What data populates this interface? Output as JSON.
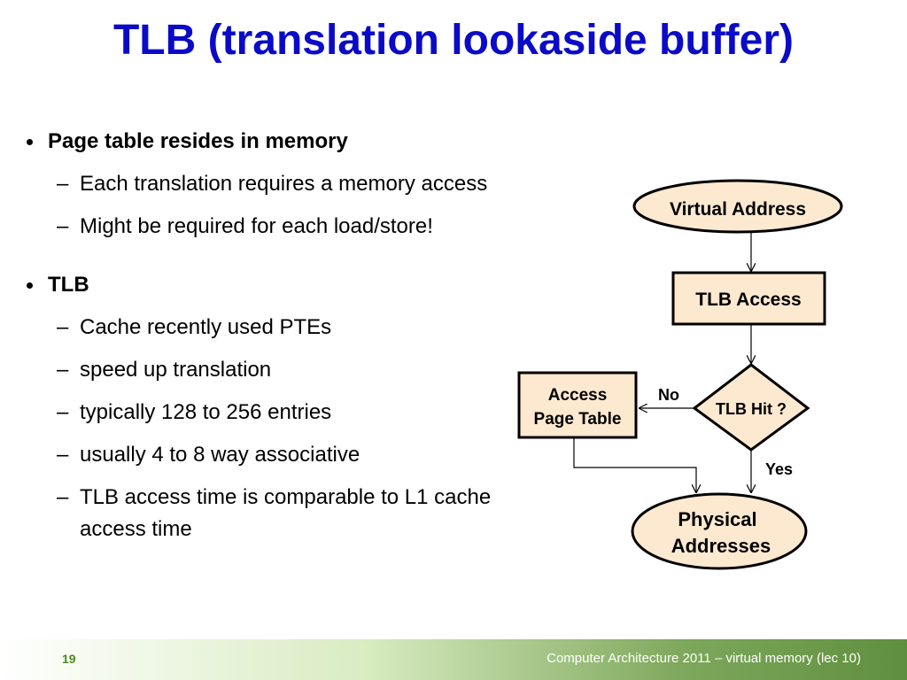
{
  "title": "TLB (translation lookaside buffer)",
  "bullets": [
    {
      "text": "Page table resides in memory",
      "subs": [
        "Each translation requires a memory access",
        "Might be required for each load/store!"
      ]
    },
    {
      "text": "TLB",
      "subs": [
        "Cache recently used PTEs",
        "speed up translation",
        "typically 128 to 256 entries",
        "usually 4 to 8 way associative",
        "TLB access time is comparable to L1 cache access time"
      ]
    }
  ],
  "diagram": {
    "virtual_address": "Virtual Address",
    "tlb_access": "TLB Access",
    "tlb_hit": "TLB Hit ?",
    "access_page_table_line1": "Access",
    "access_page_table_line2": "Page Table",
    "physical_line1": "Physical",
    "physical_line2": "Addresses",
    "label_no": "No",
    "label_yes": "Yes"
  },
  "colors": {
    "node_fill": "#fde9d0",
    "title": "#0a0ac8",
    "footer_green": "#5f8f3e"
  },
  "footer": {
    "page_number": "19",
    "course": "Computer Architecture 2011 – virtual memory (lec 10)"
  }
}
